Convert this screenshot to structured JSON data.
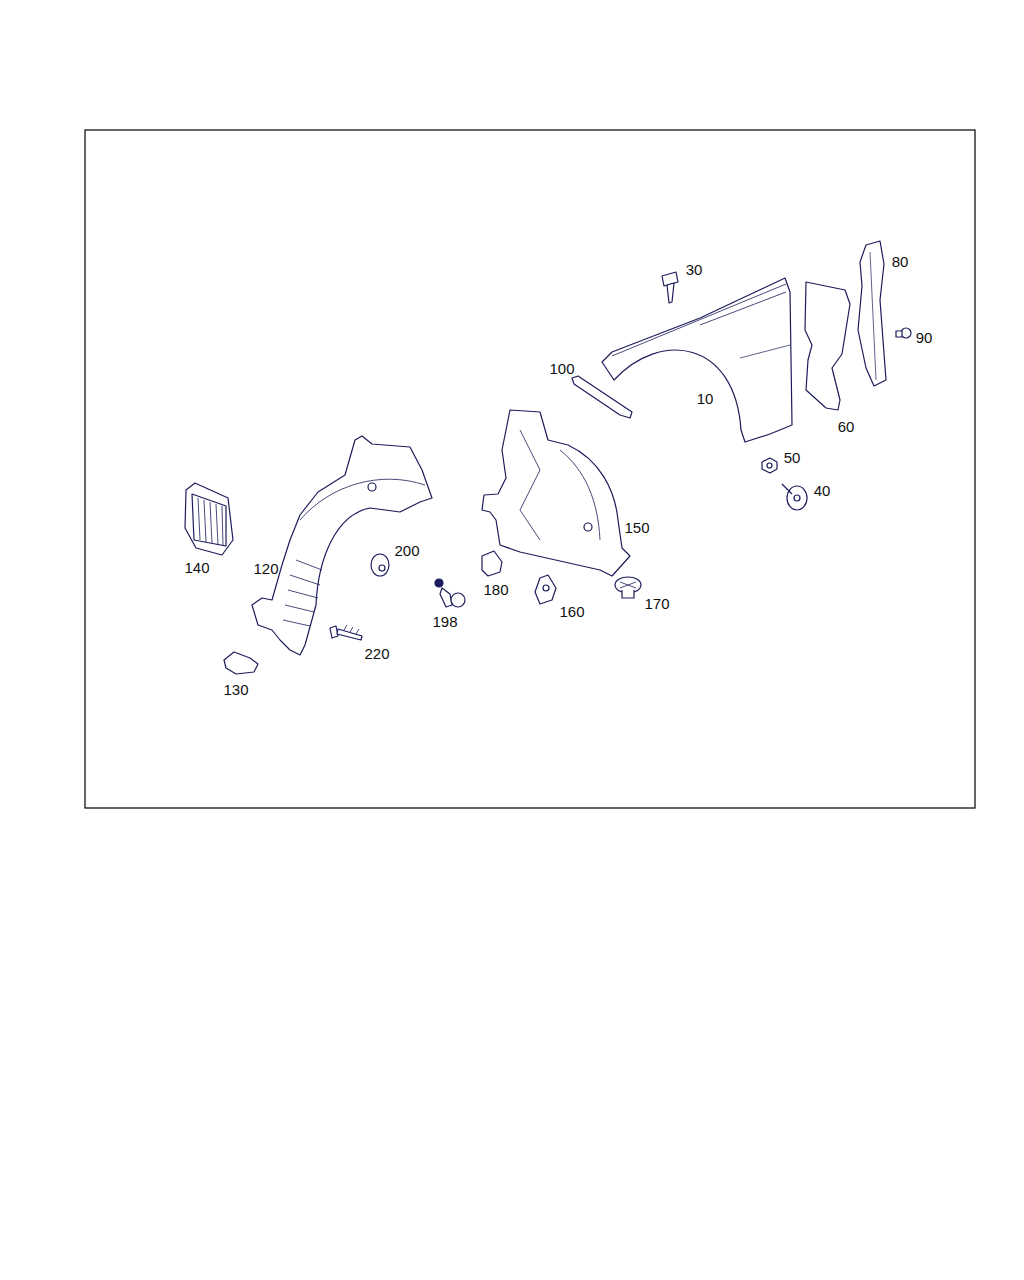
{
  "diagram": {
    "labels": [
      "30",
      "80",
      "90",
      "100",
      "10",
      "60",
      "50",
      "40",
      "150",
      "140",
      "200",
      "120",
      "198",
      "180",
      "170",
      "160",
      "220",
      "130"
    ]
  }
}
